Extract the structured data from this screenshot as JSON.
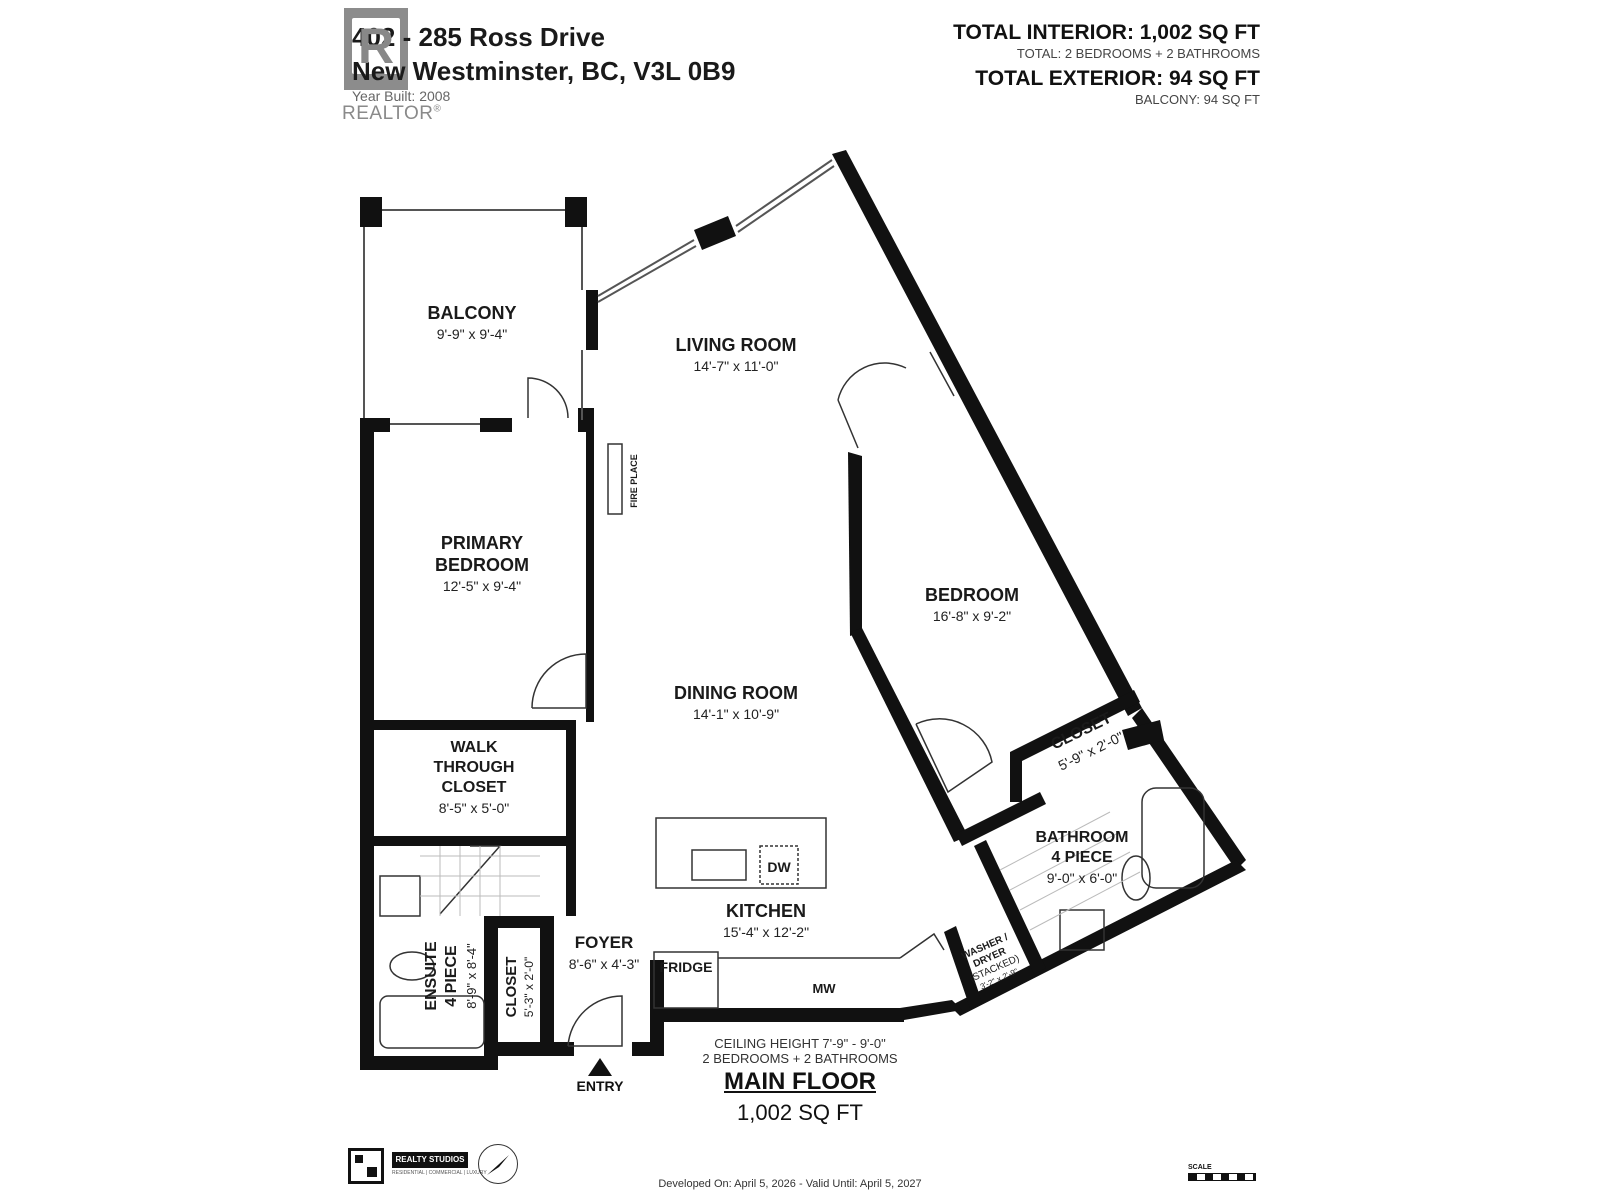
{
  "header": {
    "address_line1": "402 - 285 Ross Drive",
    "address_line2": "New Westminster, BC, V3L 0B9",
    "year_built": "Year Built: 2008",
    "logo_mark": "R",
    "realtor_label": "REALTOR",
    "realtor_mark": "®",
    "total_interior": "TOTAL INTERIOR: 1,002 SQ FT",
    "interior_sub": "TOTAL: 2 BEDROOMS + 2 BATHROOMS",
    "total_exterior": "TOTAL EXTERIOR: 94 SQ FT",
    "exterior_sub": "BALCONY: 94 SQ FT"
  },
  "rooms": {
    "balcony": {
      "name": "BALCONY",
      "dim": "9'-9\" x 9'-4\""
    },
    "living": {
      "name": "LIVING ROOM",
      "dim": "14'-7\" x 11'-0\""
    },
    "primary": {
      "name1": "PRIMARY",
      "name2": "BEDROOM",
      "dim": "12'-5\" x 9'-4\""
    },
    "bedroom": {
      "name": "BEDROOM",
      "dim": "16'-8\" x 9'-2\""
    },
    "dining": {
      "name": "DINING ROOM",
      "dim": "14'-1\" x 10'-9\""
    },
    "walk": {
      "name1": "WALK",
      "name2": "THROUGH",
      "name3": "CLOSET",
      "dim": "8'-5\" x 5'-0\""
    },
    "closet_bed": {
      "name": "CLOSET",
      "dim": "5'-9\" x 2'-0\""
    },
    "bathroom": {
      "name1": "BATHROOM",
      "name2": "4 PIECE",
      "dim": "9'-0\" x 6'-0\""
    },
    "kitchen": {
      "name": "KITCHEN",
      "dim": "15'-4\" x 12'-2\""
    },
    "foyer": {
      "name": "FOYER",
      "dim": "8'-6\" x 4'-3\""
    },
    "ensuite": {
      "name1": "ENSUITE",
      "name2": "4 PIECE",
      "dim": "8'-9\" x 8'-4\""
    },
    "closet_foyer": {
      "name": "CLOSET",
      "dim": "5'-3\" x 2'-0\""
    },
    "washer": {
      "name1": "WASHER /",
      "name2": "DRYER",
      "name3": "(STACKED)",
      "dim": "3'-2\" x 2'-9\""
    }
  },
  "fixtures": {
    "fireplace": "FIRE PLACE",
    "dw": "DW",
    "fridge": "FRIDGE",
    "mw": "MW"
  },
  "footer": {
    "ceiling": "CEILING HEIGHT 7'-9\" - 9'-0\"",
    "rooms_summary": "2 BEDROOMS + 2 BATHROOMS",
    "entry": "ENTRY",
    "floor_name": "MAIN FLOOR",
    "floor_area": "1,002 SQ FT",
    "studios": "REALTY STUDIOS",
    "studios_sub": "RESIDENTIAL | COMMERCIAL | LUXURY",
    "developed": "Developed On: April 5, 2026 - Valid Until: April 5, 2027",
    "scale": "SCALE"
  }
}
